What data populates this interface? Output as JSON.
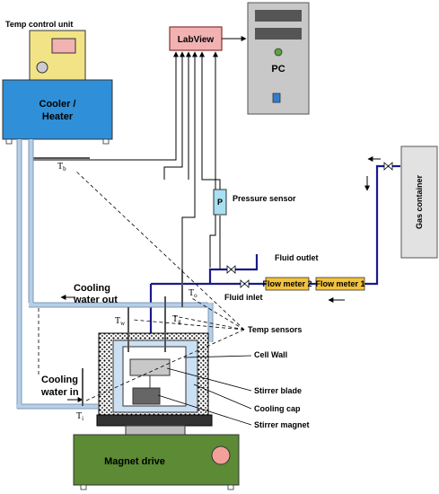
{
  "colors": {
    "cooler": "#2f8fd8",
    "temp_unit": "#f2e486",
    "magnet_drive": "#5c8a35",
    "labview": "#f2b2b2",
    "pc": "#c8c8c8",
    "pressure_sensor": "#a9dff2",
    "flow_meter": "#f3c23c",
    "gas_container": "#e2e2e2",
    "pipe_blue": "#1a1a8c",
    "water_pipe": "#b7cfe6",
    "cap": "#cce0f4"
  },
  "labels": {
    "temp_control_unit": "Temp control unit",
    "cooler_heater_line1": "Cooler /",
    "cooler_heater_line2": "Heater",
    "labview": "LabView",
    "pc": "PC",
    "pressure_symbol": "P",
    "pressure_sensor": "Pressure sensor",
    "gas_container": "Gas container",
    "fluid_outlet": "Fluid outlet",
    "flow_meter_2": "Flow meter 2",
    "flow_meter_1": "Flow meter 1",
    "fluid_inlet": "Fluid inlet",
    "cooling_water_out_line1": "Cooling",
    "cooling_water_out_line2": "water out",
    "cooling_water_in_line1": "Cooling",
    "cooling_water_in_line2": "water in",
    "temp_sensors": "Temp sensors",
    "cell_wall": "Cell Wall",
    "stirrer_blade": "Stirrer blade",
    "cooling_cap": "Cooling cap",
    "stirrer_magnet": "Stirrer magnet",
    "magnet_drive": "Magnet drive"
  },
  "sensors": {
    "tb": {
      "main": "T",
      "sub": "b"
    },
    "to": {
      "main": "T",
      "sub": "o"
    },
    "tw": {
      "main": "T",
      "sub": "w"
    },
    "tg": {
      "main": "T",
      "sub": "g"
    },
    "ti": {
      "main": "T",
      "sub": "i"
    }
  }
}
